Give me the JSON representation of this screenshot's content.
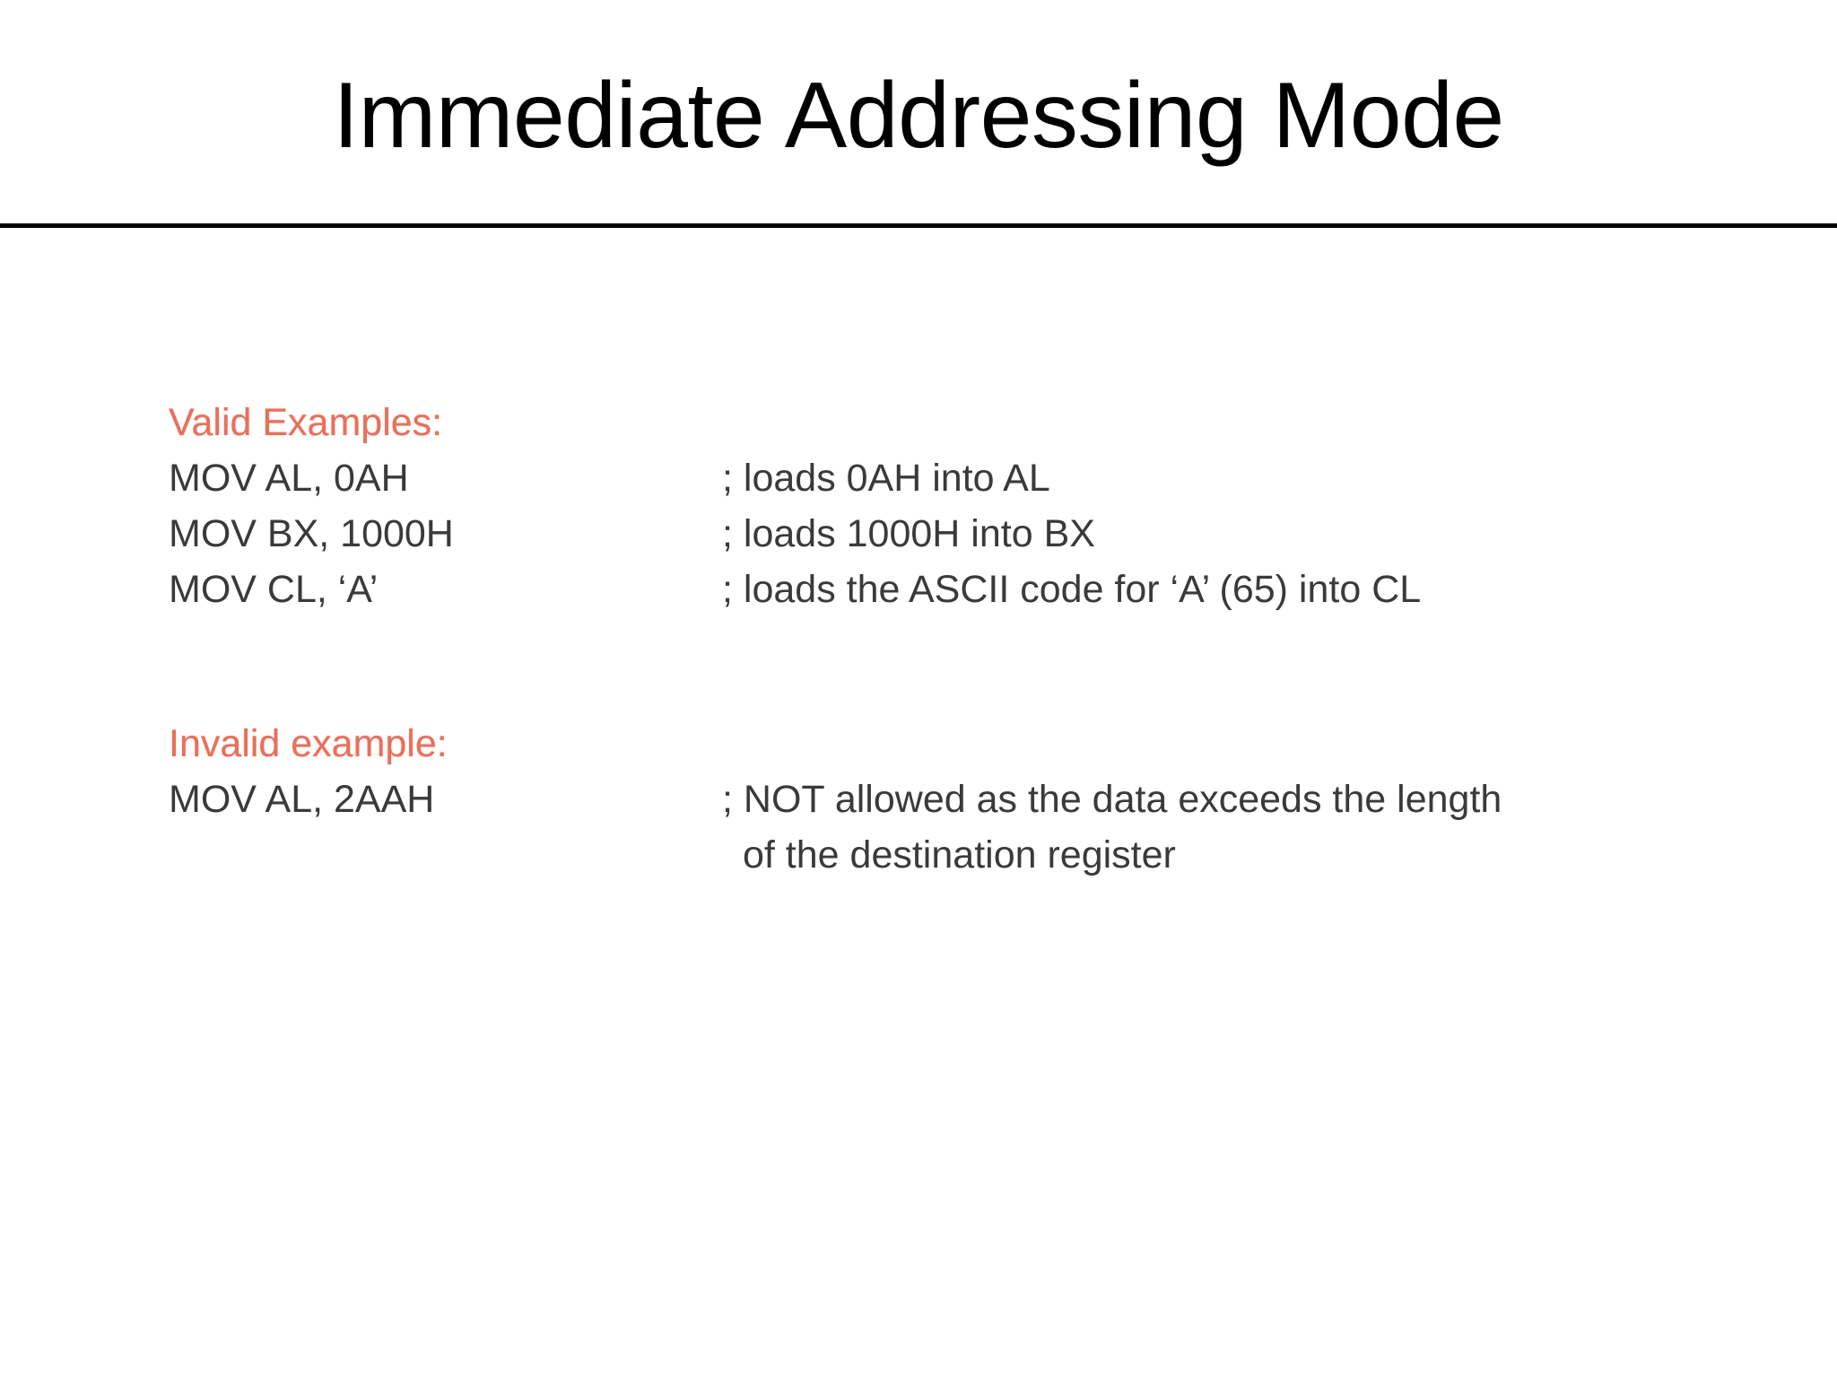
{
  "slide": {
    "title": "Immediate Addressing Mode"
  },
  "sections": [
    {
      "heading": "Valid Examples:",
      "heading_color": "#e8705a",
      "rows": [
        {
          "instruction": "MOV AL, 0AH",
          "comment": "; loads 0AH into AL"
        },
        {
          "instruction": "MOV BX, 1000H",
          "comment": "; loads 1000H into BX"
        },
        {
          "instruction": "MOV CL, ‘A’",
          "comment": "; loads the ASCII code for ‘A’ (65) into CL"
        }
      ]
    },
    {
      "heading": "Invalid example:",
      "heading_color": "#e8705a",
      "rows": [
        {
          "instruction": "MOV AL, 2AAH",
          "comment": "; NOT allowed as the data exceeds the length",
          "comment_line2": "of the destination register"
        }
      ]
    }
  ],
  "colors": {
    "background": "#ffffff",
    "title_text": "#000000",
    "rule": "#000000",
    "body_text": "#3a3a3a",
    "heading_accent": "#e8705a"
  }
}
